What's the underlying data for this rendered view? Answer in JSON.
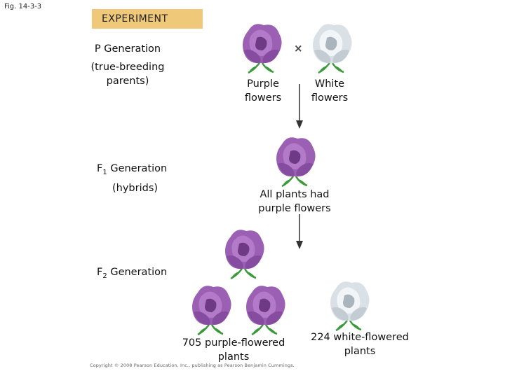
{
  "figure_label": "Fig. 14-3-3",
  "experiment_label": "EXPERIMENT",
  "p_generation": {
    "line1": "P Generation",
    "line2": "(true-breeding",
    "line3": "parents)"
  },
  "f1_generation": {
    "prefix": "F",
    "subscript": "1",
    "title": " Generation",
    "subtitle": "(hybrids)"
  },
  "f2_generation": {
    "prefix": "F",
    "subscript": "2",
    "title": " Generation"
  },
  "parents": {
    "purple": {
      "line1": "Purple",
      "line2": "flowers"
    },
    "white": {
      "line1": "White",
      "line2": "flowers"
    },
    "cross_symbol": "×"
  },
  "f1_result": {
    "line1": "All plants had",
    "line2": "purple flowers"
  },
  "f2_results": {
    "purple": {
      "line1": "705 purple-flowered",
      "line2": "plants"
    },
    "white": {
      "line1": "224 white-flowered",
      "line2": "plants"
    }
  },
  "copyright": "Copyright © 2008 Pearson Education, Inc., publishing as Pearson Benjamin Cummings.",
  "colors": {
    "purple_petal": "#9b5fb3",
    "purple_dark": "#6e3a86",
    "white_petal": "#e9eef2",
    "white_dark": "#a9b4bd",
    "leaf": "#3a9a3a",
    "experiment_bg": "#f0c87a",
    "arrow": "#333333"
  }
}
